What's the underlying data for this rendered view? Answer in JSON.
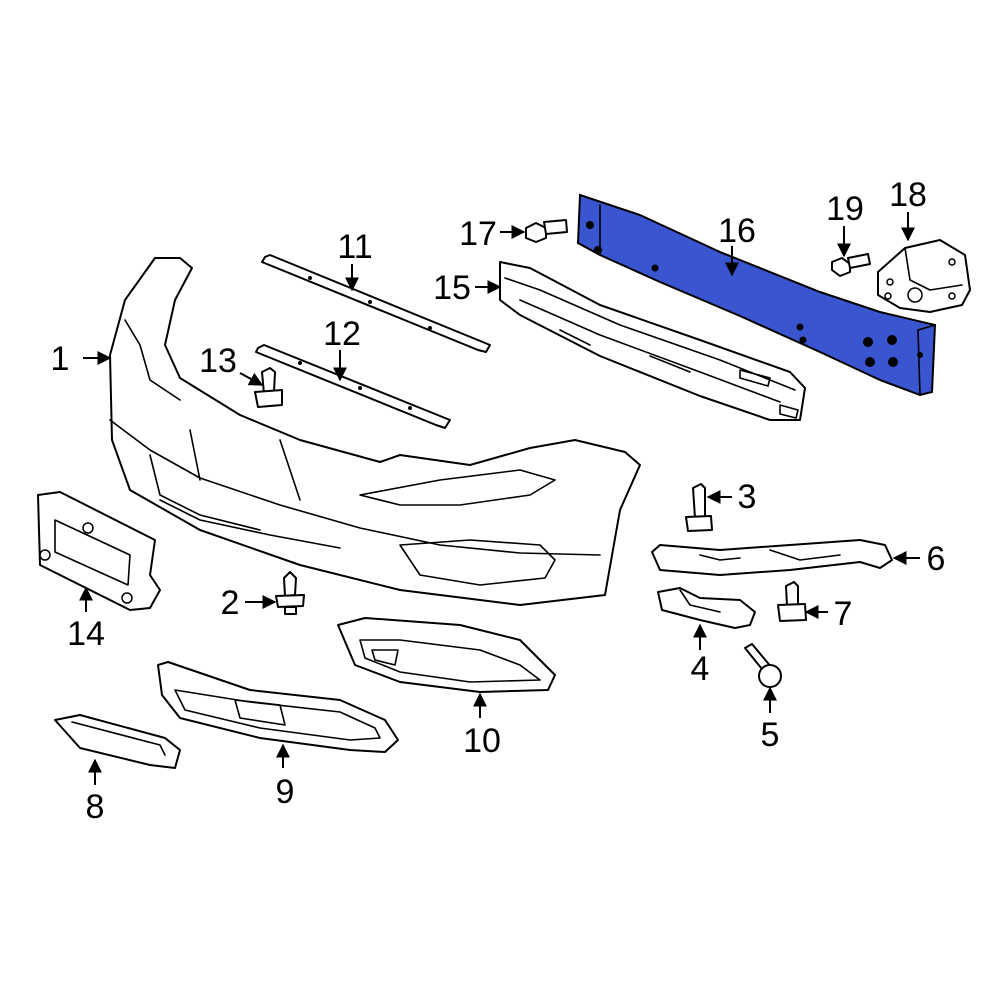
{
  "highlight_color": "#3a55d0",
  "outline_color": "#000000",
  "callouts": {
    "c1": "1",
    "c2": "2",
    "c3": "3",
    "c4": "4",
    "c5": "5",
    "c6": "6",
    "c7": "7",
    "c8": "8",
    "c9": "9",
    "c10": "10",
    "c11": "11",
    "c12": "12",
    "c13": "13",
    "c14": "14",
    "c15": "15",
    "c16": "16",
    "c17": "17",
    "c18": "18",
    "c19": "19"
  },
  "highlighted_part": "16"
}
